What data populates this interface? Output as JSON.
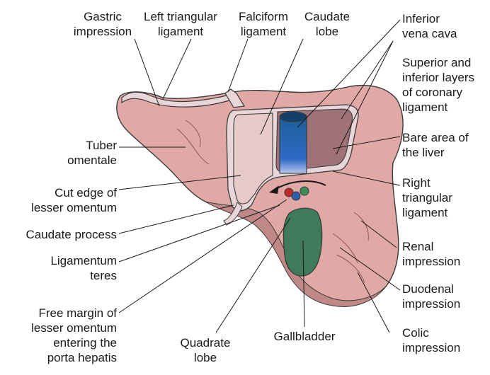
{
  "labels": {
    "gastric_impression": [
      "Gastric",
      "impression"
    ],
    "left_triangular_ligament": [
      "Left triangular",
      "ligament"
    ],
    "falciform_ligament": [
      "Falciform",
      "ligament"
    ],
    "caudate_lobe": [
      "Caudate",
      "lobe"
    ],
    "inferior_vena_cava": [
      "Inferior",
      "vena cava"
    ],
    "coronary_ligament_layers": [
      "Superior and",
      "inferior layers",
      "of coronary",
      "ligament"
    ],
    "bare_area": [
      "Bare area of",
      "the liver"
    ],
    "tuber_omentale": [
      "Tuber",
      "omentale"
    ],
    "right_triangular_ligament": [
      "Right",
      "triangular",
      "ligament"
    ],
    "cut_edge_lesser_omentum": [
      "Cut edge of",
      "lesser omentum"
    ],
    "caudate_process": [
      "Caudate process"
    ],
    "renal_impression": [
      "Renal",
      "impression"
    ],
    "ligamentum_teres": [
      "Ligamentum",
      "teres"
    ],
    "duodenal_impression": [
      "Duodenal",
      "impression"
    ],
    "free_margin_lesser_omentum": [
      "Free margin of",
      "lesser omentum",
      "entering the",
      "porta hepatis"
    ],
    "colic_impression": [
      "Colic",
      "impression"
    ],
    "quadrate_lobe": [
      "Quadrate",
      "lobe"
    ],
    "gallbladder": [
      "Gallbladder"
    ]
  },
  "colors": {
    "liver": "#e0a9a6",
    "liver_dark": "#c08886",
    "bare_area": "#9e7277",
    "caudate_lobe": "#e6c9c9",
    "ligament": "#e8d6d8",
    "gallbladder": "#3f7a5a",
    "ivc_top": "#1d5e97",
    "ivc_bottom": "#3e74d6",
    "outline": "#3a3a3a",
    "leader": "#1a1a1a"
  }
}
